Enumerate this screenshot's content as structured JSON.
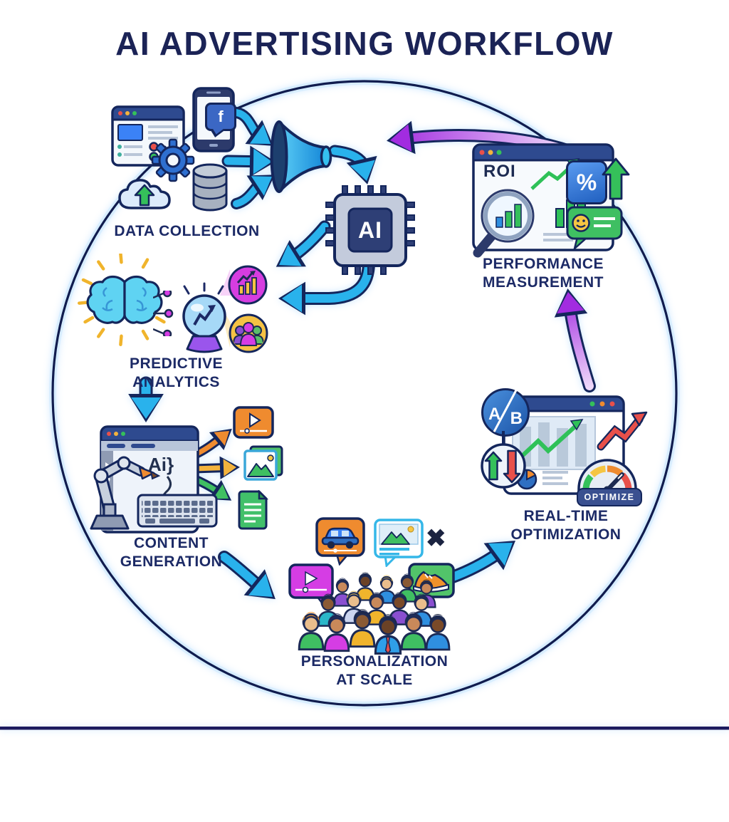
{
  "title": "AI ADVERTISING WORKFLOW",
  "stages": {
    "data_collection": {
      "label": "DATA COLLECTION"
    },
    "predictive_analytics": {
      "line1": "PREDICTIVE",
      "line2": "ANALYTICS"
    },
    "content_generation": {
      "line1": "CONTENT",
      "line2": "GENERATION",
      "ai_code": "Ai}"
    },
    "personalization": {
      "line1": "PERSONALIZATION",
      "line2": "AT SCALE",
      "reject_mark": "✖"
    },
    "realtime_optimization": {
      "line1": "REAL-TIME",
      "line2": "OPTIMIZATION",
      "ab_left": "A",
      "ab_right": "B",
      "gauge_badge": "OPTIMIZE"
    },
    "performance_measurement": {
      "line1": "PERFORMANCE",
      "line2": "MEASUREMENT",
      "roi_label": "ROI",
      "percent_symbol": "%"
    }
  },
  "ai_chip": {
    "label": "AI"
  },
  "data_collection_icons": {
    "facebook_glyph": "f"
  },
  "colors": {
    "title_navy": "#1b2356",
    "outline_navy": "#14265c",
    "label_navy": "#1c2a66",
    "cyan_arrow": "#29b2ec",
    "purple_arrow": "#a22ce0",
    "green": "#2fc158",
    "red": "#e8504a",
    "orange": "#ef8b2f",
    "gold": "#f3b33d",
    "magenta": "#d53de4",
    "blue": "#2f6fc2"
  }
}
